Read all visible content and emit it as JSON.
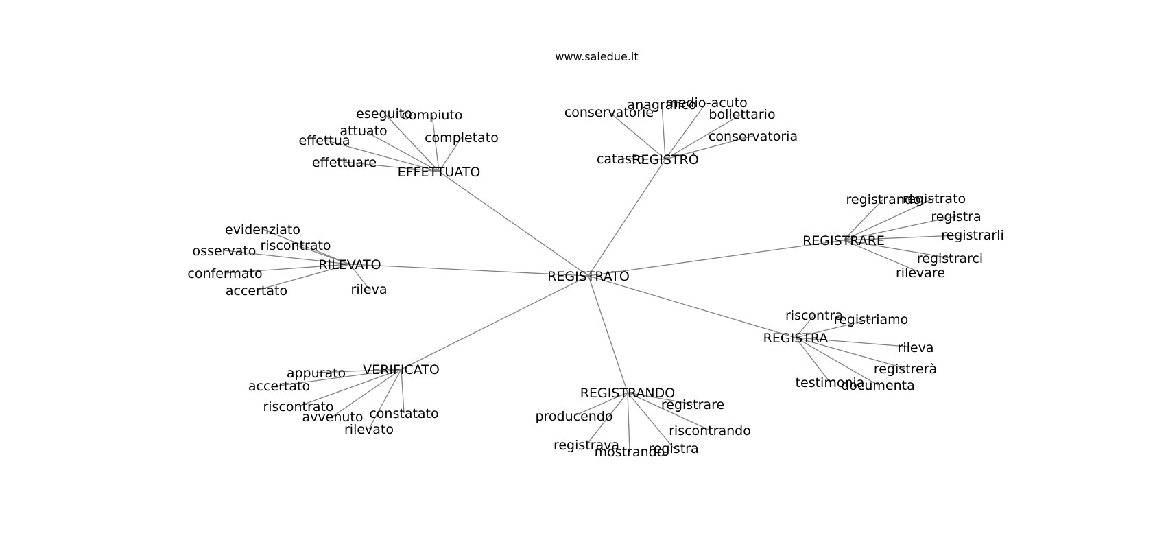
{
  "site_label": "www.saiedue.it",
  "graph": {
    "root": "REGISTRATO",
    "groups": [
      {
        "hub": "EFFETTUATO",
        "leaves": [
          "eseguito",
          "compiuto",
          "attuato",
          "completato",
          "effettua",
          "effettuare"
        ]
      },
      {
        "hub": "REGISTRÒ",
        "leaves": [
          "anagrafico",
          "medio-acuto",
          "conservatorie",
          "bollettario",
          "conservatoria",
          "catasto"
        ]
      },
      {
        "hub": "REGISTRARE",
        "leaves": [
          "registrando",
          "registrato",
          "registra",
          "registrarli",
          "registrarci",
          "rilevare"
        ]
      },
      {
        "hub": "RILEVATO",
        "leaves": [
          "evidenziato",
          "riscontrato",
          "osservato",
          "confermato",
          "accertato",
          "rileva"
        ]
      },
      {
        "hub": "REGISTRA",
        "leaves": [
          "riscontra",
          "registriamo",
          "rileva",
          "registrerà",
          "testimonia",
          "documenta"
        ]
      },
      {
        "hub": "VERIFICATO",
        "leaves": [
          "appurato",
          "accertato",
          "riscontrato",
          "avvenuto",
          "constatato",
          "rilevato"
        ]
      },
      {
        "hub": "REGISTRANDO",
        "leaves": [
          "producendo",
          "registrare",
          "riscontrando",
          "registrava",
          "mostrando",
          "registra"
        ]
      }
    ]
  }
}
